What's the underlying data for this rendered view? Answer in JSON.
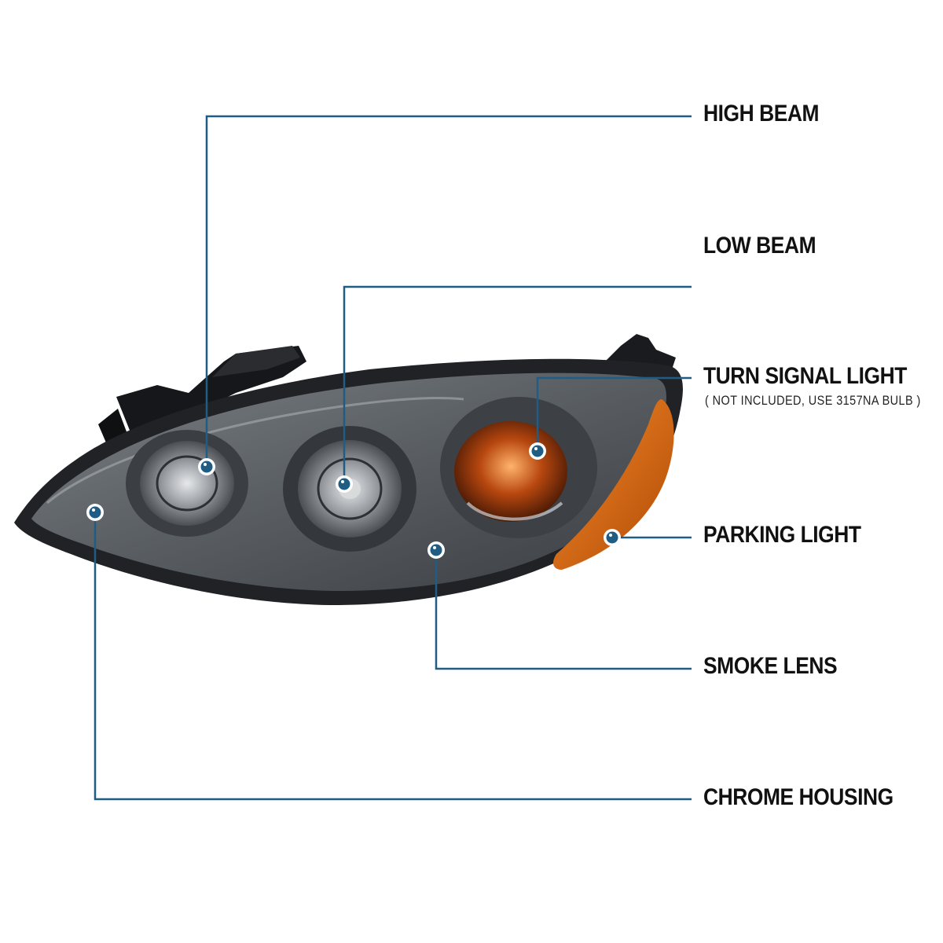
{
  "colors": {
    "leader_line": "#1f5d85",
    "marker_fill": "#1f5d85",
    "lens_smoke": "#5a5f64",
    "housing_black": "#1c1d1f",
    "amber": "#d9640c"
  },
  "product": {
    "image": "smoke-lens-headlight-photo"
  },
  "callouts": {
    "high_beam": {
      "label": "HIGH BEAM"
    },
    "low_beam": {
      "label": "LOW BEAM"
    },
    "turn_signal": {
      "label": "TURN SIGNAL LIGHT",
      "note": "( NOT INCLUDED, USE  3157NA  BULB )"
    },
    "parking_light": {
      "label": "PARKING LIGHT"
    },
    "smoke_lens": {
      "label": "SMOKE LENS"
    },
    "chrome_housing": {
      "label": "CHROME HOUSING"
    }
  }
}
